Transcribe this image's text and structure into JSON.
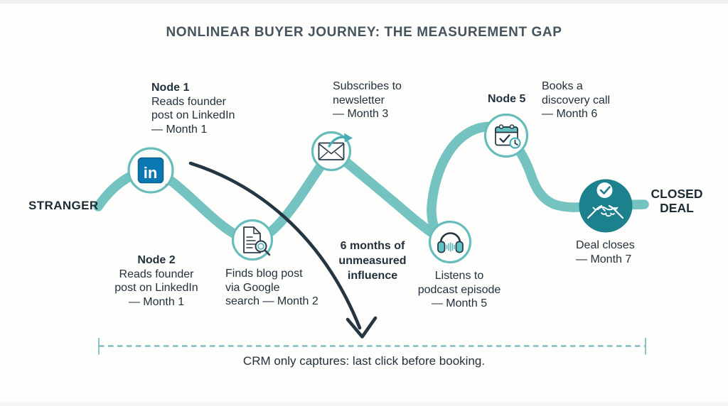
{
  "title": "NONLINEAR BUYER JOURNEY: THE MEASUREMENT GAP",
  "endpoints": {
    "start": "STRANGER",
    "end": {
      "line1": "CLOSED",
      "line2": "DEAL"
    }
  },
  "nodes": {
    "node1": {
      "title": "Node 1",
      "lines": [
        "Reads founder",
        "post on LinkedIn",
        "— Month 1"
      ],
      "icon": "linkedin-icon"
    },
    "node2": {
      "title": "Node 2",
      "lines": [
        "Reads founder",
        "post on LinkedIn",
        "— Month 1"
      ],
      "icon": "document-search-icon"
    },
    "blog": {
      "lines": [
        "Finds blog post",
        "via Google",
        "search — Month 2"
      ]
    },
    "newsletter": {
      "lines": [
        "Subscribes to",
        "newsletter",
        "— Month 3"
      ],
      "icon": "envelope-send-icon"
    },
    "podcast": {
      "lines": [
        "Listens to",
        "podcast episode",
        "— Month 5"
      ],
      "icon": "headphones-icon"
    },
    "node5": {
      "title": "Node 5",
      "lines": [
        "Books a",
        "discovery call",
        "— Month 6"
      ],
      "icon": "calendar-check-icon"
    },
    "deal": {
      "lines": [
        "Deal closes",
        "— Month 7"
      ],
      "icon": "handshake-icon"
    }
  },
  "gap_note": {
    "lines": [
      "6 months of",
      "unmeasured",
      "influence"
    ]
  },
  "crm_caption": "CRM only captures: last click before booking.",
  "colors": {
    "journey_path": "#74c3c1",
    "node_ring": "#67bdbb",
    "closed_deal_circle": "#1d808d",
    "text_navy": "#22313d",
    "title_gray": "#46545f",
    "linkedin_blue": "#0b78b4",
    "dashed_gap_line": "#7fbcc2",
    "arrow_dark": "#243642"
  }
}
